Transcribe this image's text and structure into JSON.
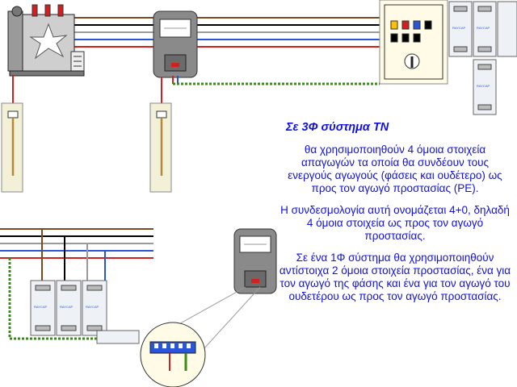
{
  "heading": "Σε 3Φ σύστημα ΤΝ",
  "paragraphs": [
    "θα χρησιμοποιηθούν 4 όμοια στοιχεία απαγωγών τα οποία θα συνδέουν τους ενεργούς αγωγούς (φάσεις και ουδέτερο) ως προς τον αγωγό προστασίας (PE).",
    "Η συνδεσμολογία αυτή ονομάζεται 4+0, δηλαδή 4 όμοια στοιχεία ως προς τον αγωγό προστασίας.",
    "Σε ένα 1Φ σύστημα θα χρησιμοποιηθούν αντίστοιχα 2 όμοια στοιχεία προστασίας, ένα για τον αγωγό της φάσης και ένα για τον αγωγό του ουδετέρου ως προς τον αγωγό προστασίας."
  ],
  "device_brand": "RAYCAP",
  "colors": {
    "text": "#1010e0",
    "wire_phase_1": "#7a4a20",
    "wire_phase_2": "#000000",
    "wire_phase_3": "#9a9a9a",
    "wire_neutral": "#2a55d8",
    "wire_pe": "#d02020",
    "wire_ground": "#3a8a1a",
    "meter_body": "#8a8a8a",
    "panel_fill": "#fffbe6",
    "rod_box": "#f3f0d8"
  }
}
